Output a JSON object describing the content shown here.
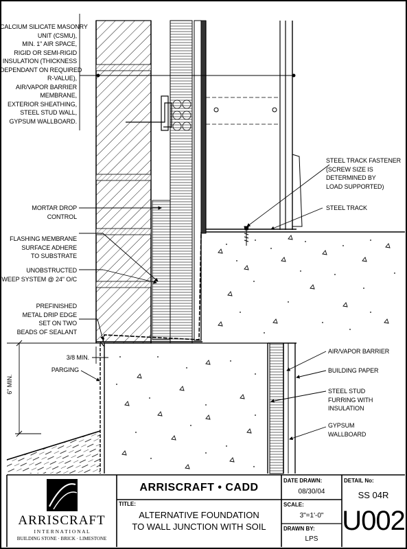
{
  "labels": {
    "csmu": [
      "CALCIUM SILICATE MASONRY",
      "UNIT (CSMU),",
      "MIN. 1\" AIR SPACE,",
      "RIGID OR SEMI-RIGID",
      "INSULATION (THICKNESS",
      "DEPENDANT ON REQUIRED",
      "R-VALUE),",
      "AIR/VAPOR BARRIER",
      "MEMBRANE,",
      "EXTERIOR SHEATHING,",
      "STEEL STUD WALL,",
      "GYPSUM WALLBOARD."
    ],
    "track_fastener": [
      "STEEL TRACK FASTENER",
      "(SCREW SIZE IS",
      "DETERMINED BY",
      "LOAD SUPPORTED)"
    ],
    "steel_track": [
      "STEEL TRACK"
    ],
    "mortar_drop": [
      "MORTAR DROP",
      "CONTROL"
    ],
    "flashing": [
      "FLASHING MEMBRANE",
      "SURFACE ADHERE",
      "TO SUBSTRATE"
    ],
    "weep": [
      "UNOBSTRUCTED",
      "WEEP SYSTEM @ 24\" O/C"
    ],
    "drip_edge": [
      "PREFINISHED",
      "METAL DRIP EDGE",
      "SET ON TWO",
      "BEADS OF SEALANT"
    ],
    "min38": [
      "3/8 MIN."
    ],
    "parging": [
      "PARGING"
    ],
    "six_min": "6\" MIN.",
    "air_vapor": [
      "AIR/VAPOR BARRIER"
    ],
    "building_paper": [
      "BUILDING PAPER"
    ],
    "steel_stud": [
      "STEEL STUD",
      "FURRING WITH",
      "INSULATION"
    ],
    "gypsum": [
      "GYPSUM",
      "WALLBOARD"
    ]
  },
  "title_block": {
    "company_banner": "ARRISCRAFT • CADD",
    "logo_name": "ARRISCRAFT",
    "logo_sub": "I N T E R N A T I O N A L",
    "logo_tag": "BUILDING STONE · BRICK · LIMESTONE",
    "title_label": "TITLE:",
    "title_lines": [
      "ALTERNATIVE FOUNDATION",
      "TO WALL JUNCTION WITH SOIL"
    ],
    "date_label": "DATE DRAWN:",
    "date_value": "08/30/04",
    "scale_label": "SCALE:",
    "scale_value": "3\"=1'-0\"",
    "drawn_label": "DRAWN BY:",
    "drawn_value": "LPS",
    "detail_label": "DETAIL No:",
    "detail_code": "SS 04R",
    "detail_number": "U002"
  }
}
